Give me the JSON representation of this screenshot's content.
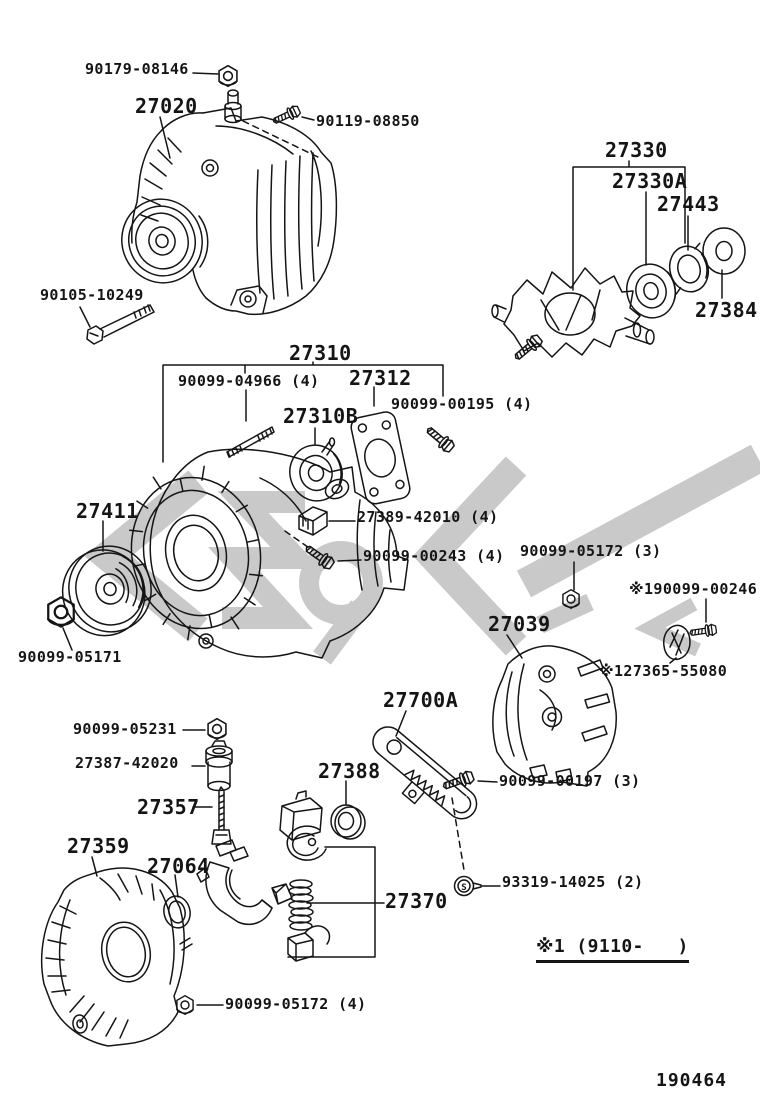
{
  "colors": {
    "ink": "#151515",
    "wm": "#c9c9c9",
    "bg": "#ffffff"
  },
  "labels": {
    "nut_90179": "90179-08146",
    "assy_27020": "27020",
    "bolt_90119": "90119-08850",
    "rotor_27330": "27330",
    "bearing_27330a": "27330A",
    "cover_27443": "27443",
    "washer_27384": "27384",
    "bolt_90105": "90105-10249",
    "frame_27310": "27310",
    "stud_90099_04966": "90099-04966 (4)",
    "retainer_27312": "27312",
    "bearing_27310b": "27310B",
    "screw_90099_00195": "90099-00195 (4)",
    "pulley_27411": "27411",
    "insulator_27389": "27389-42010 (4)",
    "screw_90099_00243": "90099-00243 (4)",
    "nut_90099_05172_3": "90099-05172 (3)",
    "bolt_190099_00246": "※190099-00246",
    "nut_90099_05171": "90099-05171",
    "cover_27039": "27039",
    "clip_127365": "※127365-55080",
    "regulator_27700a": "27700A",
    "nut_90099_05231": "90099-05231",
    "insulator_27387": "27387-42020",
    "grommet_27388": "27388",
    "bolt_27357": "27357",
    "screw_90099_00197": "90099-00197 (3)",
    "frame_27359": "27359",
    "seal_27064": "27064",
    "screw_93319": "93319-14025 (2)",
    "brush_27370": "27370",
    "nut_90099_05172_4": "90099-05172 (4)"
  },
  "footnote": "※1 (9110-   )",
  "doc_number": "190464"
}
